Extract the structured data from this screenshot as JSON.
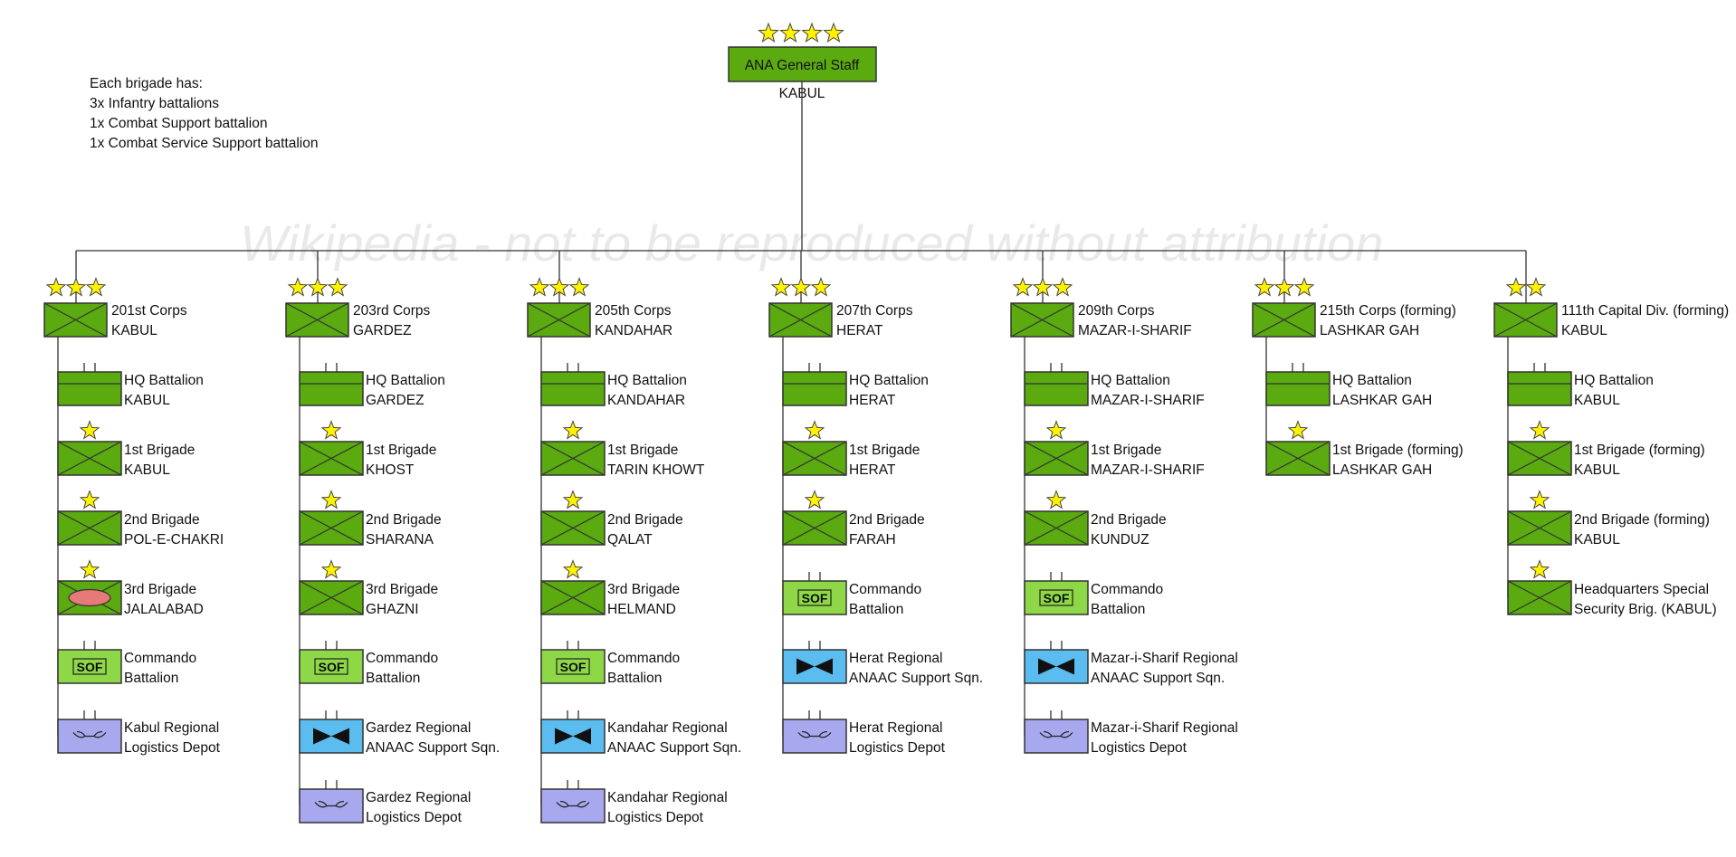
{
  "watermark": "Wikipedia - not to be reproduced without attribution",
  "note": {
    "title": "Each brigade has:",
    "lines": [
      "3x Infantry battalions",
      "1x Combat Support battalion",
      "1x Combat Service Support battalion"
    ]
  },
  "root": {
    "name": "ANA General Staff",
    "location": "KABUL",
    "stars": 4
  },
  "colors": {
    "infantry": "#5aaa10",
    "commando": "#8ed848",
    "aviation": "#5bbcf0",
    "logistics": "#a8a8ee",
    "star": "#fff200",
    "line": "#333333"
  },
  "corps": [
    {
      "name": "201st Corps",
      "location": "KABUL",
      "stars": 3,
      "units": [
        {
          "type": "hq",
          "line1": "HQ Battalion",
          "line2": "KABUL"
        },
        {
          "type": "brigade",
          "star": true,
          "line1": "1st Brigade",
          "line2": "KABUL"
        },
        {
          "type": "brigade",
          "star": true,
          "line1": "2nd Brigade",
          "line2": "POL-E-CHAKRI"
        },
        {
          "type": "brigade-special",
          "star": true,
          "line1": "3rd Brigade",
          "line2": "JALALABAD"
        },
        {
          "type": "sof",
          "line1": "Commando",
          "line2": "Battalion"
        },
        {
          "type": "logistics",
          "line1": "Kabul Regional",
          "line2": "Logistics Depot"
        }
      ]
    },
    {
      "name": "203rd Corps",
      "location": "GARDEZ",
      "stars": 3,
      "units": [
        {
          "type": "hq",
          "line1": "HQ Battalion",
          "line2": "GARDEZ"
        },
        {
          "type": "brigade",
          "star": true,
          "line1": "1st Brigade",
          "line2": "KHOST"
        },
        {
          "type": "brigade",
          "star": true,
          "line1": "2nd Brigade",
          "line2": "SHARANA"
        },
        {
          "type": "brigade",
          "star": true,
          "line1": "3rd Brigade",
          "line2": "GHAZNI"
        },
        {
          "type": "sof",
          "line1": "Commando",
          "line2": "Battalion"
        },
        {
          "type": "aviation",
          "line1": "Gardez Regional",
          "line2": "ANAAC Support Sqn."
        },
        {
          "type": "logistics",
          "line1": "Gardez Regional",
          "line2": "Logistics Depot"
        }
      ]
    },
    {
      "name": "205th Corps",
      "location": "KANDAHAR",
      "stars": 3,
      "units": [
        {
          "type": "hq",
          "line1": "HQ Battalion",
          "line2": "KANDAHAR"
        },
        {
          "type": "brigade",
          "star": true,
          "line1": "1st Brigade",
          "line2": "TARIN KHOWT"
        },
        {
          "type": "brigade",
          "star": true,
          "line1": "2nd Brigade",
          "line2": "QALAT"
        },
        {
          "type": "brigade",
          "star": true,
          "line1": "3rd Brigade",
          "line2": "HELMAND"
        },
        {
          "type": "sof",
          "line1": "Commando",
          "line2": "Battalion"
        },
        {
          "type": "aviation",
          "line1": "Kandahar Regional",
          "line2": "ANAAC Support Sqn."
        },
        {
          "type": "logistics",
          "line1": "Kandahar Regional",
          "line2": "Logistics Depot"
        }
      ]
    },
    {
      "name": "207th Corps",
      "location": "HERAT",
      "stars": 3,
      "units": [
        {
          "type": "hq",
          "line1": "HQ Battalion",
          "line2": "HERAT"
        },
        {
          "type": "brigade",
          "star": true,
          "line1": "1st Brigade",
          "line2": "HERAT"
        },
        {
          "type": "brigade",
          "star": true,
          "line1": "2nd Brigade",
          "line2": "FARAH"
        },
        {
          "type": "sof",
          "line1": "Commando",
          "line2": "Battalion"
        },
        {
          "type": "aviation",
          "line1": "Herat Regional",
          "line2": "ANAAC Support Sqn."
        },
        {
          "type": "logistics",
          "line1": "Herat Regional",
          "line2": "Logistics Depot"
        }
      ]
    },
    {
      "name": "209th Corps",
      "location": "MAZAR-I-SHARIF",
      "stars": 3,
      "units": [
        {
          "type": "hq",
          "line1": "HQ Battalion",
          "line2": "MAZAR-I-SHARIF"
        },
        {
          "type": "brigade",
          "star": true,
          "line1": "1st Brigade",
          "line2": "MAZAR-I-SHARIF"
        },
        {
          "type": "brigade",
          "star": true,
          "line1": "2nd Brigade",
          "line2": "KUNDUZ"
        },
        {
          "type": "sof",
          "line1": "Commando",
          "line2": "Battalion"
        },
        {
          "type": "aviation",
          "line1": "Mazar-i-Sharif Regional",
          "line2": "ANAAC Support Sqn."
        },
        {
          "type": "logistics",
          "line1": "Mazar-i-Sharif Regional",
          "line2": "Logistics Depot"
        }
      ]
    },
    {
      "name": "215th Corps (forming)",
      "location": "LASHKAR GAH",
      "stars": 3,
      "units": [
        {
          "type": "hq",
          "line1": "HQ Battalion",
          "line2": "LASHKAR GAH"
        },
        {
          "type": "brigade",
          "star": true,
          "line1": "1st Brigade (forming)",
          "line2": "LASHKAR GAH"
        }
      ]
    },
    {
      "name": "111th Capital Div. (forming)",
      "location": "KABUL",
      "stars": 2,
      "units": [
        {
          "type": "hq",
          "line1": "HQ Battalion",
          "line2": "KABUL"
        },
        {
          "type": "brigade",
          "star": true,
          "line1": "1st Brigade (forming)",
          "line2": "KABUL"
        },
        {
          "type": "brigade",
          "star": true,
          "line1": "2nd Brigade (forming)",
          "line2": "KABUL"
        },
        {
          "type": "brigade",
          "star": true,
          "line1": "Headquarters Special",
          "line2": "Security Brig. (KABUL)"
        }
      ]
    }
  ]
}
